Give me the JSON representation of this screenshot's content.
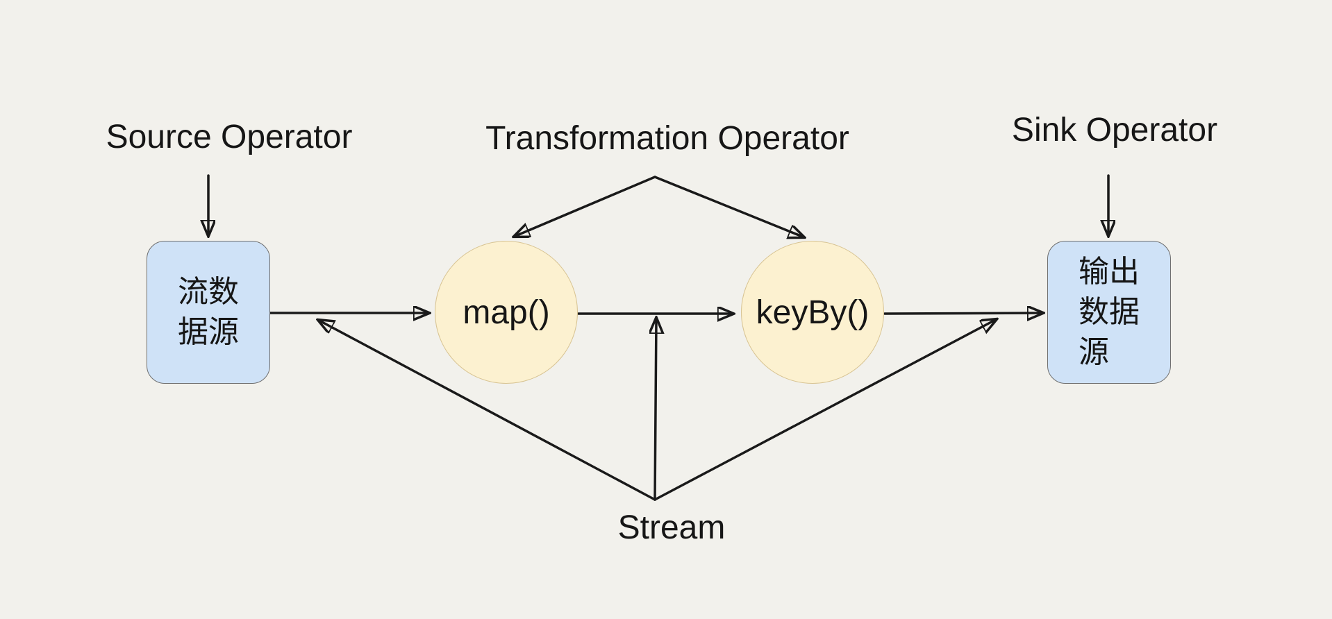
{
  "diagram": {
    "background": "#f2f1ec",
    "stroke_color": "#1a1a1a",
    "text_color": "#161616",
    "labels": {
      "source_operator": "Source Operator",
      "transformation_operator": "Transformation Operator",
      "sink_operator": "Sink Operator",
      "stream": "Stream"
    },
    "nodes": {
      "source_box": {
        "shape": "rounded-rect",
        "fill": "#cfe2f7",
        "border": "#6f6f6f",
        "lines": [
          "流数",
          "据源"
        ]
      },
      "map_circle": {
        "shape": "circle",
        "fill": "#fcf1d0",
        "border": "#d8c493",
        "label": "map()"
      },
      "keyby_circle": {
        "shape": "circle",
        "fill": "#fcf1d0",
        "border": "#d8c493",
        "label": "keyBy()"
      },
      "sink_box": {
        "shape": "rounded-rect",
        "fill": "#cfe2f7",
        "border": "#6f6f6f",
        "lines": [
          "输出",
          "数据",
          "源"
        ]
      }
    },
    "edges": [
      {
        "from": "source-operator-label",
        "to": "source-box"
      },
      {
        "from": "transformation-operator-label",
        "to": "map-circle"
      },
      {
        "from": "transformation-operator-label",
        "to": "keyby-circle"
      },
      {
        "from": "sink-operator-label",
        "to": "sink-box"
      },
      {
        "from": "source-box",
        "to": "map-circle"
      },
      {
        "from": "map-circle",
        "to": "keyby-circle"
      },
      {
        "from": "keyby-circle",
        "to": "sink-box"
      },
      {
        "from": "stream-label",
        "to": "source-box"
      },
      {
        "from": "stream-label",
        "to": "map-keyby-edge"
      },
      {
        "from": "stream-label",
        "to": "sink-box"
      }
    ]
  }
}
